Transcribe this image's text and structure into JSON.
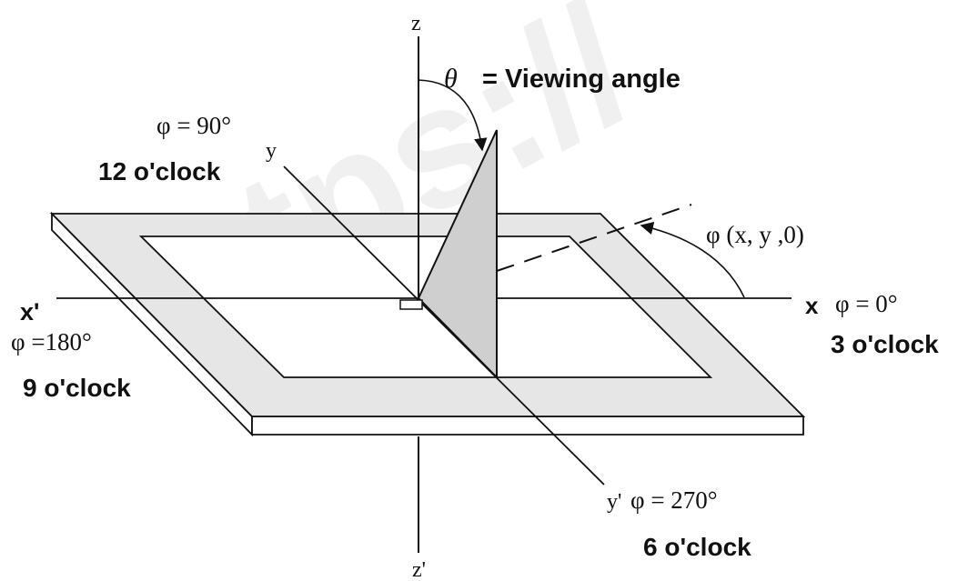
{
  "labels": {
    "z_axis": "z",
    "z_prime": "z'",
    "y_axis": "y",
    "y_prime": "y'",
    "x_axis": "x",
    "x_prime": "x'",
    "theta_symbol": "θ",
    "viewing_angle": "= Viewing angle",
    "phi_90": "φ = 90°",
    "clock_12": "12 o'clock",
    "phi_0": "φ = 0°",
    "clock_3": "3 o'clock",
    "phi_180": "φ =180°",
    "clock_9": "9 o'clock",
    "phi_270": "φ = 270°",
    "clock_6": "6 o'clock",
    "phi_xy0": "φ (x, y ,0)"
  },
  "watermark": "tps://",
  "colors": {
    "panel_face": "#e6e6e6",
    "triangle_fill": "#cfcfcf",
    "line": "#111111",
    "watermark": "#f0f0f0"
  }
}
